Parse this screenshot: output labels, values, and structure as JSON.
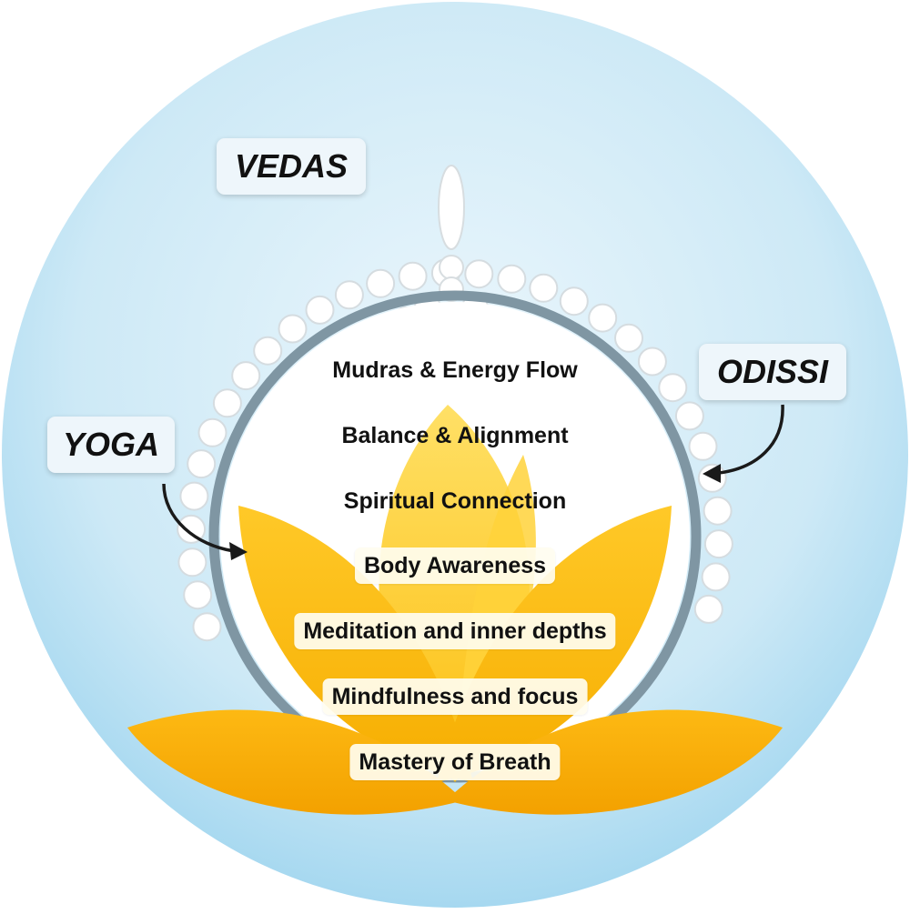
{
  "tags": {
    "vedas": "VEDAS",
    "odissi": "ODISSI",
    "yoga": "YOGA"
  },
  "layers": [
    "Mudras & Energy Flow",
    "Balance & Alignment",
    "Spiritual Connection",
    "Body Awareness",
    "Meditation and inner depths",
    "Mindfulness and focus",
    "Mastery of Breath"
  ],
  "colors": {
    "background_outer": "#9fd6f0",
    "background_inner": "#e6f4fb",
    "lotus_light": "#ffd84a",
    "lotus_dark": "#f7b500",
    "ring": "#7f96a3",
    "beads": "#ffffff"
  }
}
